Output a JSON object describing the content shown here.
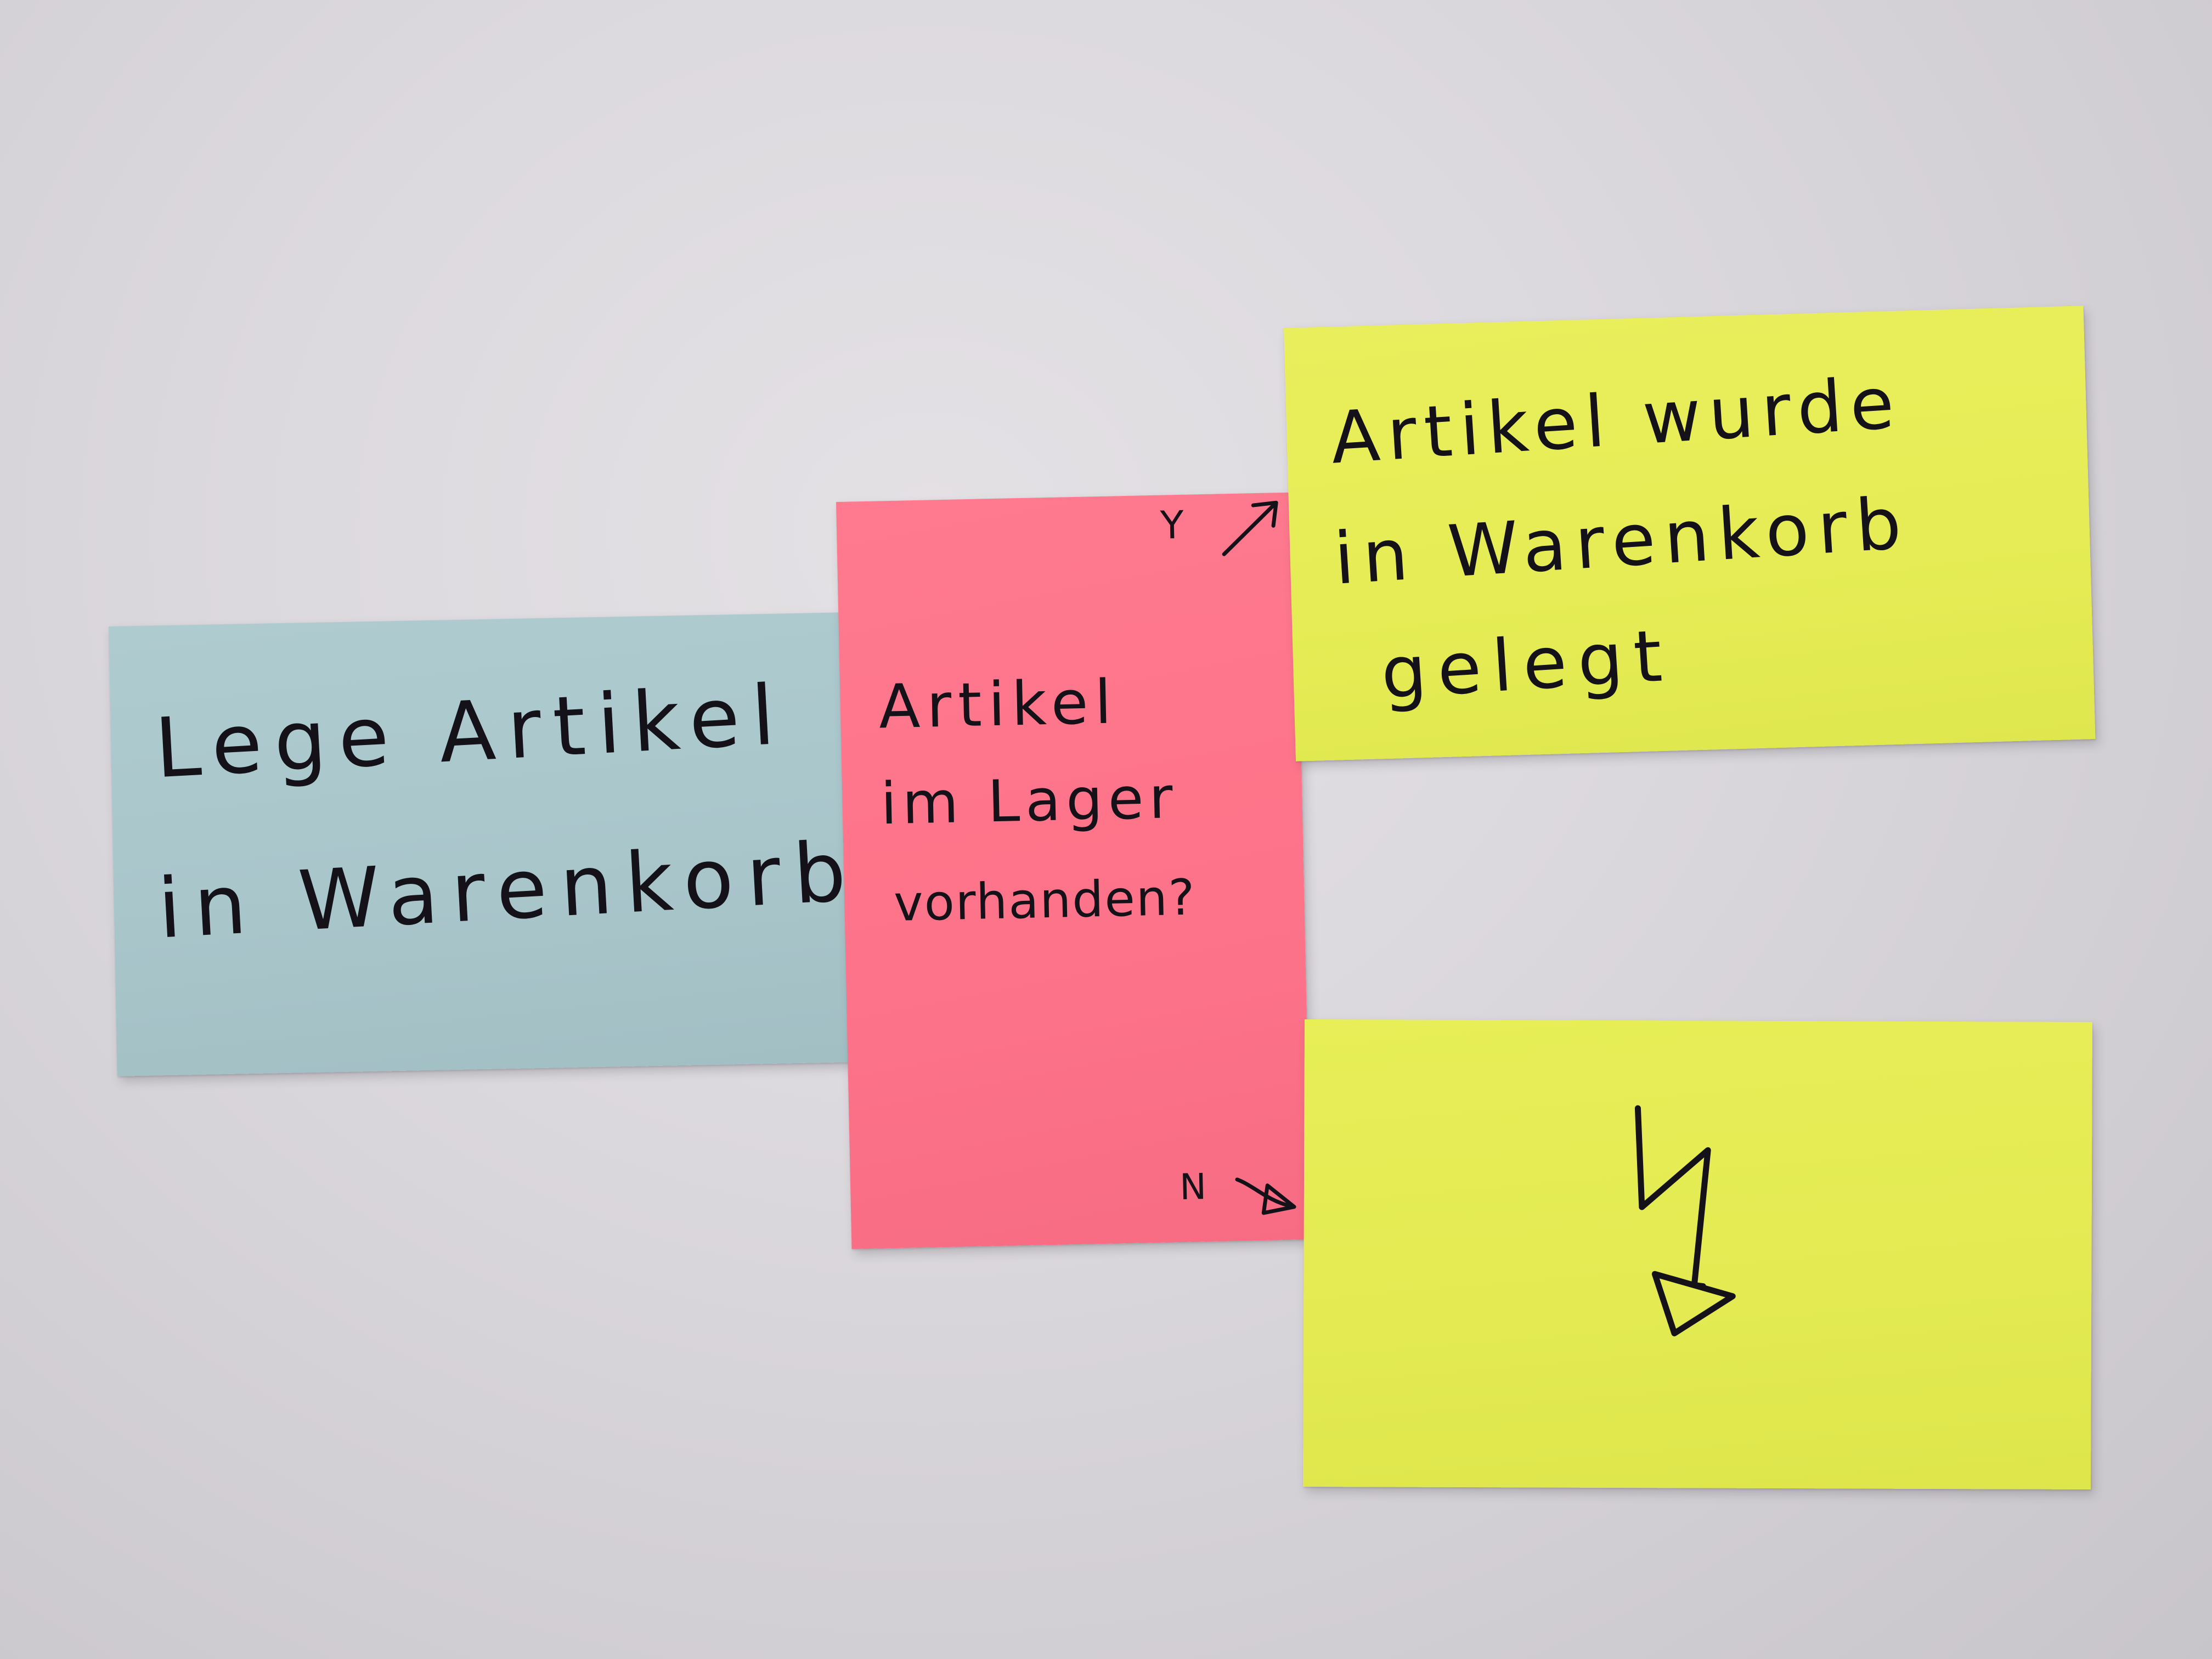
{
  "photo": {
    "background_color": "#d9d6db"
  },
  "notes": {
    "blue": {
      "color": "#a9c6cb",
      "line1": "Lege Artikel",
      "line2": "in Warenkorb"
    },
    "pink": {
      "color": "#fd7389",
      "line1": "Artikel",
      "line2": "im Lager",
      "line3": "vorhanden?",
      "yes_label": "Y",
      "no_label": "N"
    },
    "yellow_top": {
      "color": "#e5ec55",
      "line1": "Artikel wurde",
      "line2": "in Warenkorb",
      "line3": "gelegt"
    },
    "yellow_bottom": {
      "color": "#e3ea52",
      "icon": "lightning-bolt-icon"
    }
  }
}
